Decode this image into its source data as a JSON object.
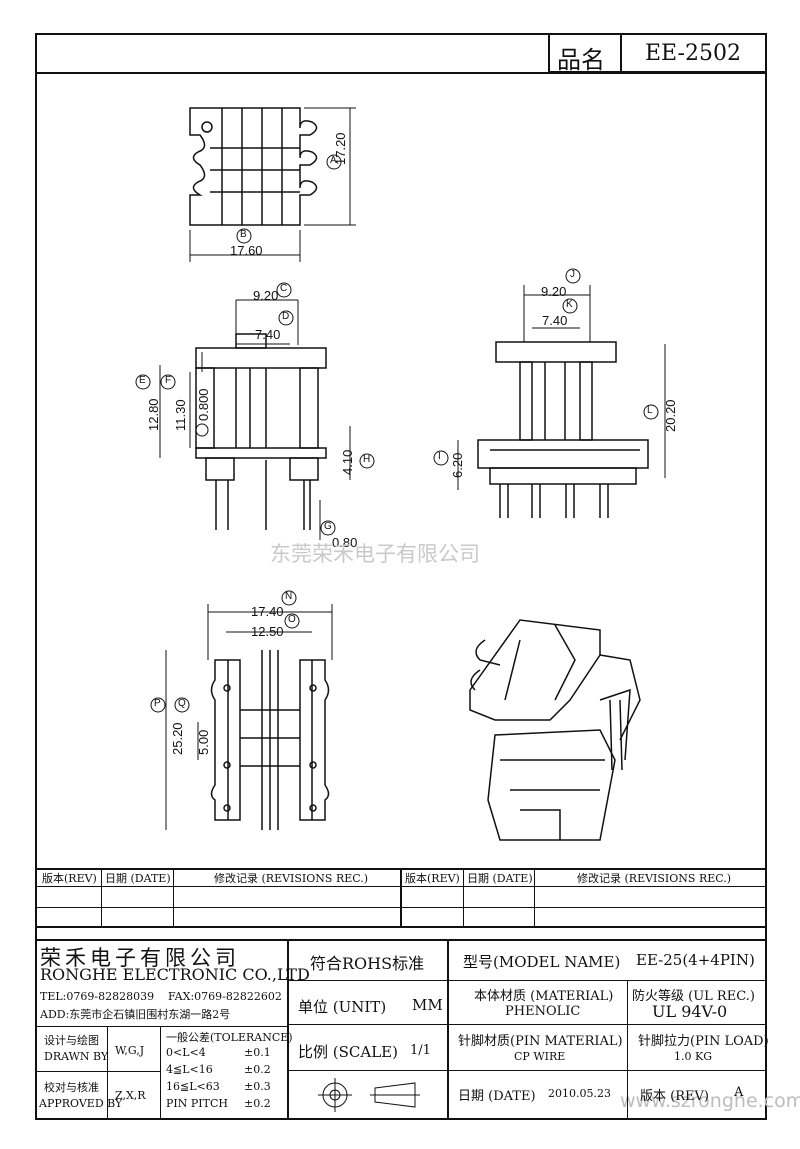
{
  "header": {
    "product_label": "品名",
    "product_code": "EE-2502"
  },
  "drawing": {
    "dimensions": {
      "A": "17.20",
      "B": "17.60",
      "C": "9.20",
      "D": "7.40",
      "E": "12.80",
      "F": "11.30",
      "F_sub": "0.800",
      "G": "0.80",
      "H": "4.10",
      "J": "9.20",
      "K": "7.40",
      "L": "20.20",
      "I": "6.20",
      "N": "17.40",
      "O": "12.50",
      "P": "25.20",
      "Q": "5.00"
    },
    "watermark_center": "东莞荣禾电子有限公司",
    "watermark_corner": "www.szronghe.com"
  },
  "revisions": {
    "col_rev": "版本(REV)",
    "col_date": "日期 (DATE)",
    "col_rec": "修改记录 (REVISIONS REC.)"
  },
  "company": {
    "name_cn": "荣禾电子有限公司",
    "name_en": "RONGHE ELECTRONIC CO.,LTD",
    "tel": "TEL:0769-82828039",
    "fax": "FAX:0769-82822602",
    "address": "ADD:东莞市企石镇旧围村东湖一路2号"
  },
  "signoff": {
    "drawn_label_cn": "设计与绘图",
    "drawn_label_en": "DRAWN BY",
    "drawn_value": "W,G,J",
    "approved_label_cn": "校对与核准",
    "approved_label_en": "APPROVED BY",
    "approved_value": "Z,X,R"
  },
  "tolerance": {
    "title": "一般公差(TOLERANCE)",
    "rows": [
      {
        "range": "0<L<4",
        "value": "±0.1"
      },
      {
        "range": "4≦L<16",
        "value": "±0.2"
      },
      {
        "range": "16≦L<63",
        "value": "±0.3"
      },
      {
        "range": "PIN PITCH",
        "value": "±0.2"
      }
    ]
  },
  "specs": {
    "rohs": "符合ROHS标准",
    "unit_label": "单位 (UNIT)",
    "unit_value": "MM",
    "scale_label": "比例 (SCALE)",
    "scale_value": "1/1",
    "model_label": "型号(MODEL NAME)",
    "model_value": "EE-25(4+4PIN)",
    "material_label": "本体材质 (MATERIAL)",
    "material_value": "PHENOLIC",
    "fire_label": "防火等级 (UL REC.)",
    "fire_value": "UL 94V-0",
    "pin_material_label": "针脚材质(PIN MATERIAL)",
    "pin_material_value": "CP WIRE",
    "pin_load_label": "针脚拉力(PIN LOAD)",
    "pin_load_value": "1.0 KG",
    "date_label": "日期 (DATE)",
    "date_value": "2010.05.23",
    "version_label": "版本 (REV)",
    "version_value": "A"
  }
}
